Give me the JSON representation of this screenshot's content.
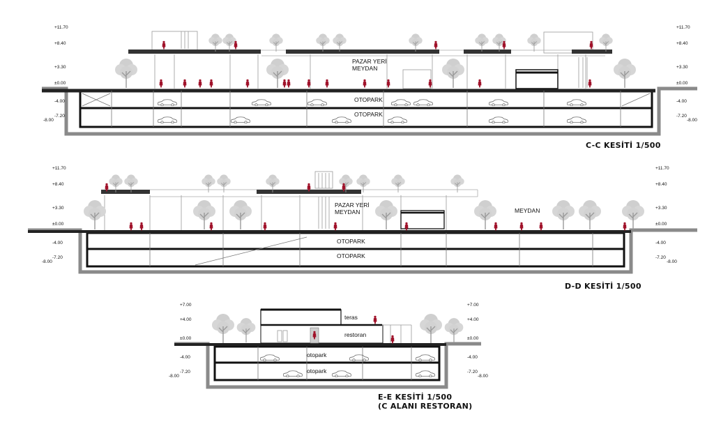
{
  "sections": [
    {
      "title": "C-C KESİTİ 1/500",
      "levels": [
        "+11.70",
        "+8.40",
        "+3.30",
        "±0.00",
        "-4.00",
        "-7.20",
        "-8.00"
      ],
      "labels": {
        "plaza": "PAZAR YERİ",
        "plaza2": "MEYDAN",
        "parking_upper": "OTOPARK",
        "parking_lower": "OTOPARK"
      }
    },
    {
      "title": "D-D KESİTİ 1/500",
      "levels": [
        "+11.70",
        "+8.40",
        "+3.30",
        "±0.00",
        "-4.00",
        "-7.20",
        "-8.00"
      ],
      "labels": {
        "plaza": "PAZAR YERİ",
        "plaza2": "MEYDAN",
        "square": "MEYDAN",
        "parking_upper": "OTOPARK",
        "parking_lower": "OTOPARK"
      }
    },
    {
      "title": "E-E KESİTİ 1/500",
      "subtitle": "(C ALANI RESTORAN)",
      "levels": [
        "+7.00",
        "+4.00",
        "±0.00",
        "-4.00",
        "-7.20",
        "-8.00"
      ],
      "labels": {
        "terrace": "teras",
        "restaurant": "restoran",
        "parking_upper": "otopark",
        "parking_lower": "otopark"
      }
    }
  ],
  "colors": {
    "line": "#111111",
    "ground": "#8a8a8a",
    "figure": "#a0122a",
    "tree": "#c8c8c8"
  }
}
